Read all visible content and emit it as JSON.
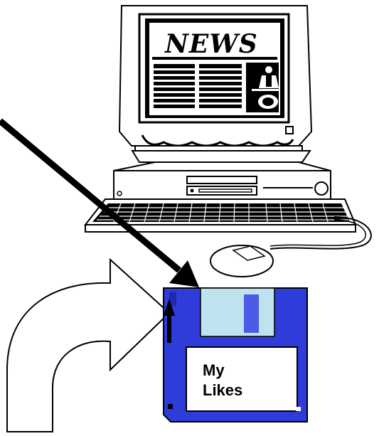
{
  "monitor": {
    "newspaper_title": "NEWS"
  },
  "floppy": {
    "label_line1": "My",
    "label_line2": "Likes",
    "color": "#2e3cd9"
  },
  "colors": {
    "outline": "#000000",
    "disk_shutter": "#bfe3ee",
    "shutter_slot": "#4a5be5",
    "paper": "#ffffff"
  }
}
